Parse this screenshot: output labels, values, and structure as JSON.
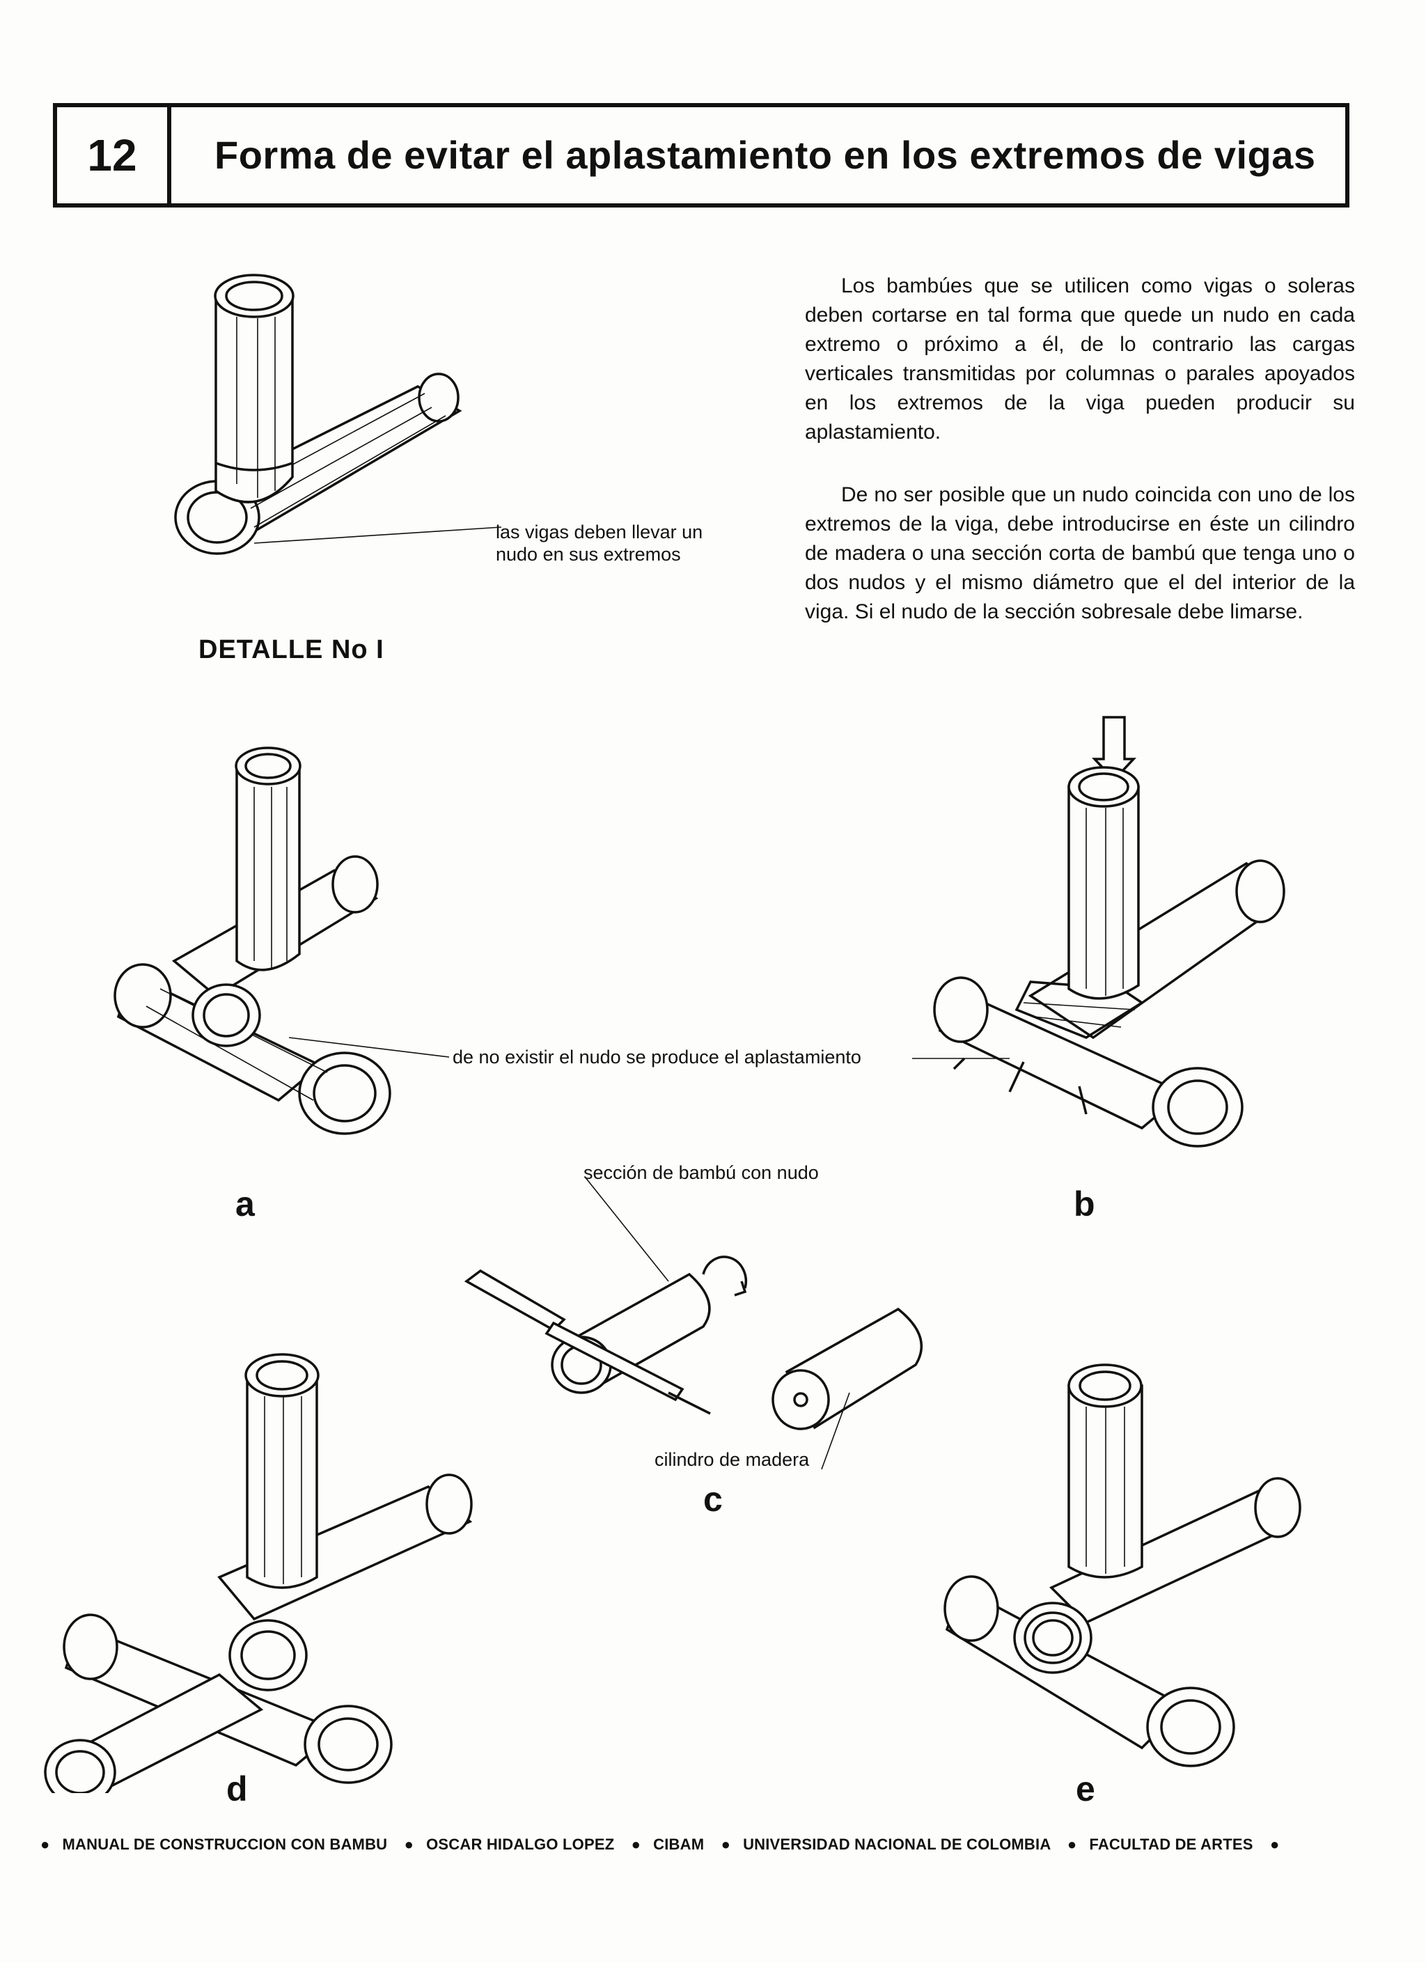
{
  "header": {
    "number": "12",
    "title": "Forma de evitar el aplastamiento en los extremos de vigas"
  },
  "intro": {
    "paragraph1": "Los bambúes que se utilicen como vigas o soleras deben cortarse en tal forma que quede un nudo en cada extremo o próximo a él, de lo contrario las cargas verticales transmitidas por columnas o parales apoyados en los extremos de la viga pueden producir su aplastamiento.",
    "paragraph2": "De no ser posible que un nudo coincida con uno de los extremos de la viga, debe introducirse en éste un cilindro de madera o una sección corta de bambú que tenga uno o dos nudos y el mismo diámetro que el del interior de la viga. Si el nudo de la sección sobresale debe limarse."
  },
  "detail": {
    "label": "DETALLE No I",
    "callout": "las vigas deben llevar un nudo en sus extremos"
  },
  "figures": {
    "a": {
      "letter": "a"
    },
    "b": {
      "letter": "b"
    },
    "c": {
      "letter": "c",
      "callout_section": "sección de bambú con nudo",
      "callout_cylinder": "cilindro de madera"
    },
    "d": {
      "letter": "d"
    },
    "e": {
      "letter": "e"
    },
    "crush_callout": "de no existir el nudo se produce el aplastamiento"
  },
  "footer": {
    "items": [
      "MANUAL DE CONSTRUCCION CON BAMBU",
      "OSCAR HIDALGO LOPEZ",
      "CIBAM",
      "UNIVERSIDAD NACIONAL DE COLOMBIA",
      "FACULTAD DE ARTES"
    ]
  }
}
